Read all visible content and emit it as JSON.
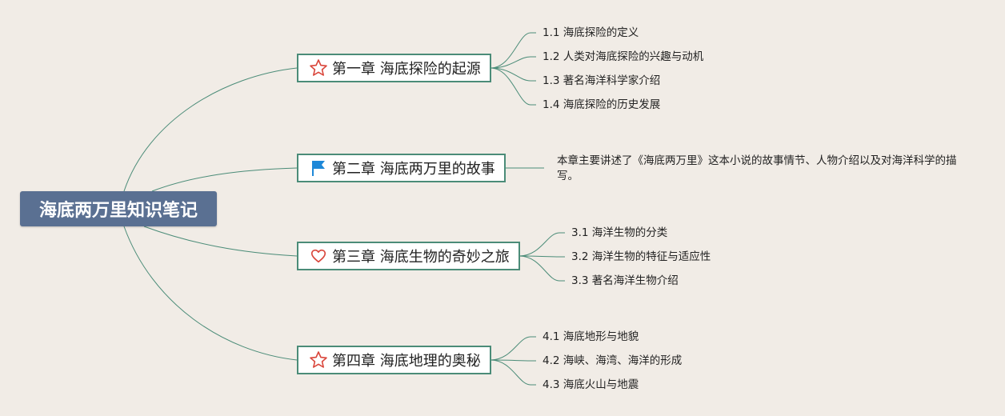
{
  "root": {
    "title": "海底两万里知识笔记"
  },
  "chapters": [
    {
      "label": "第一章 海底探险的起源",
      "icon": "star-icon",
      "children": [
        "1.1 海底探险的定义",
        "1.2 人类对海底探险的兴趣与动机",
        "1.3 著名海洋科学家介绍",
        "1.4 海底探险的历史发展"
      ]
    },
    {
      "label": "第二章 海底两万里的故事",
      "icon": "flag-icon",
      "note": "本章主要讲述了《海底两万里》这本小说的故事情节、人物介绍以及对海洋科学的描写。"
    },
    {
      "label": "第三章 海底生物的奇妙之旅",
      "icon": "heart-icon",
      "children": [
        "3.1 海洋生物的分类",
        "3.2 海洋生物的特征与适应性",
        "3.3 著名海洋生物介绍"
      ]
    },
    {
      "label": "第四章 海底地理的奥秘",
      "icon": "star-icon",
      "children": [
        "4.1 海底地形与地貌",
        "4.2 海峡、海湾、海洋的形成",
        "4.3 海底火山与地震"
      ]
    }
  ],
  "colors": {
    "background": "#f1ece6",
    "root_fill": "#5a7092",
    "chapter_border": "#4b8c78",
    "connector": "#4b8c78",
    "star_icon": "#d9453a",
    "heart_icon": "#d9453a",
    "flag_icon": "#1e88d8"
  }
}
